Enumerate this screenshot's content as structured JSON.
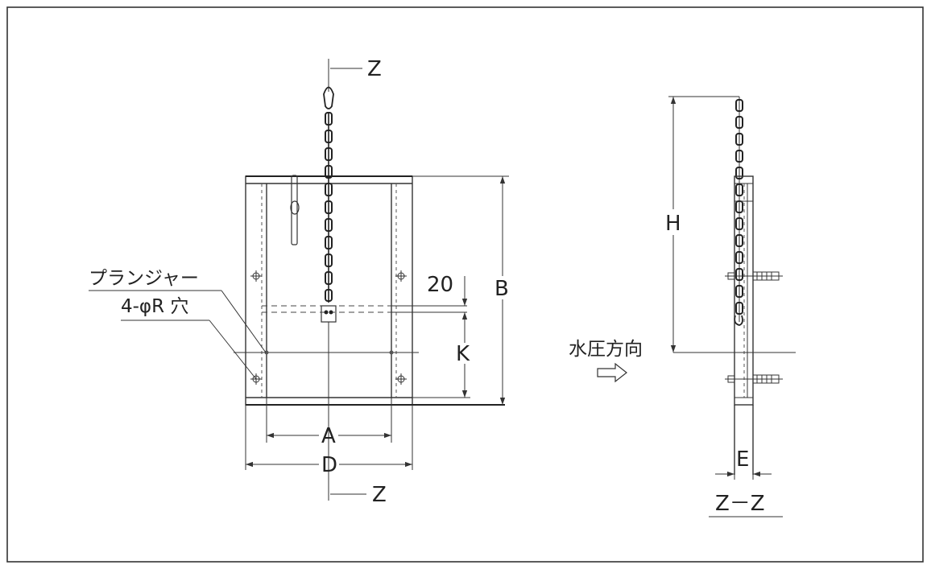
{
  "labels": {
    "section_top": "Z",
    "section_bottom": "Z",
    "dim_a": "A",
    "dim_d": "D",
    "dim_b": "B",
    "dim_k": "K",
    "dim_20": "20",
    "plunger": "プランジャー",
    "holes": "4-φR 穴",
    "water_pressure": "水圧方向",
    "dim_h": "H",
    "dim_e": "E",
    "section_title": "Z－Z"
  }
}
